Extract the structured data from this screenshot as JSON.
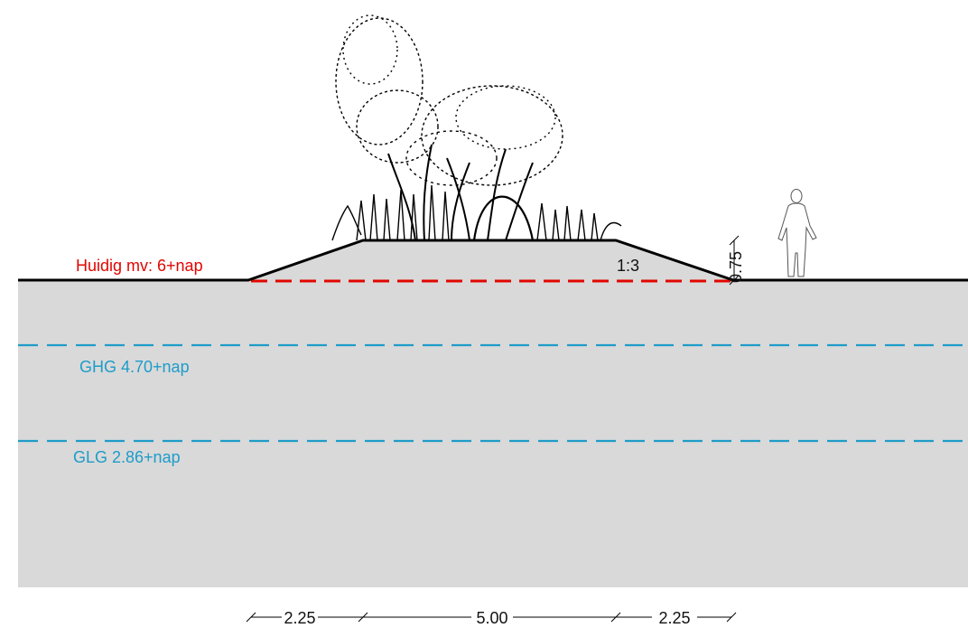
{
  "labels": {
    "current_ground": "Huidig mv: 6+nap",
    "ghg": "GHG 4.70+nap",
    "glg": "GLG 2.86+nap",
    "slope": "1:3",
    "height": "0.75"
  },
  "dimensions": [
    "2.25",
    "5.00",
    "2.25"
  ],
  "colors": {
    "ground_fill": "#d9d9d9",
    "current_ground_line": "#e10600",
    "groundwater_line": "#1e9cc9",
    "outline": "#000000"
  },
  "icons": [
    "tree-vegetation-icon",
    "person-icon"
  ]
}
